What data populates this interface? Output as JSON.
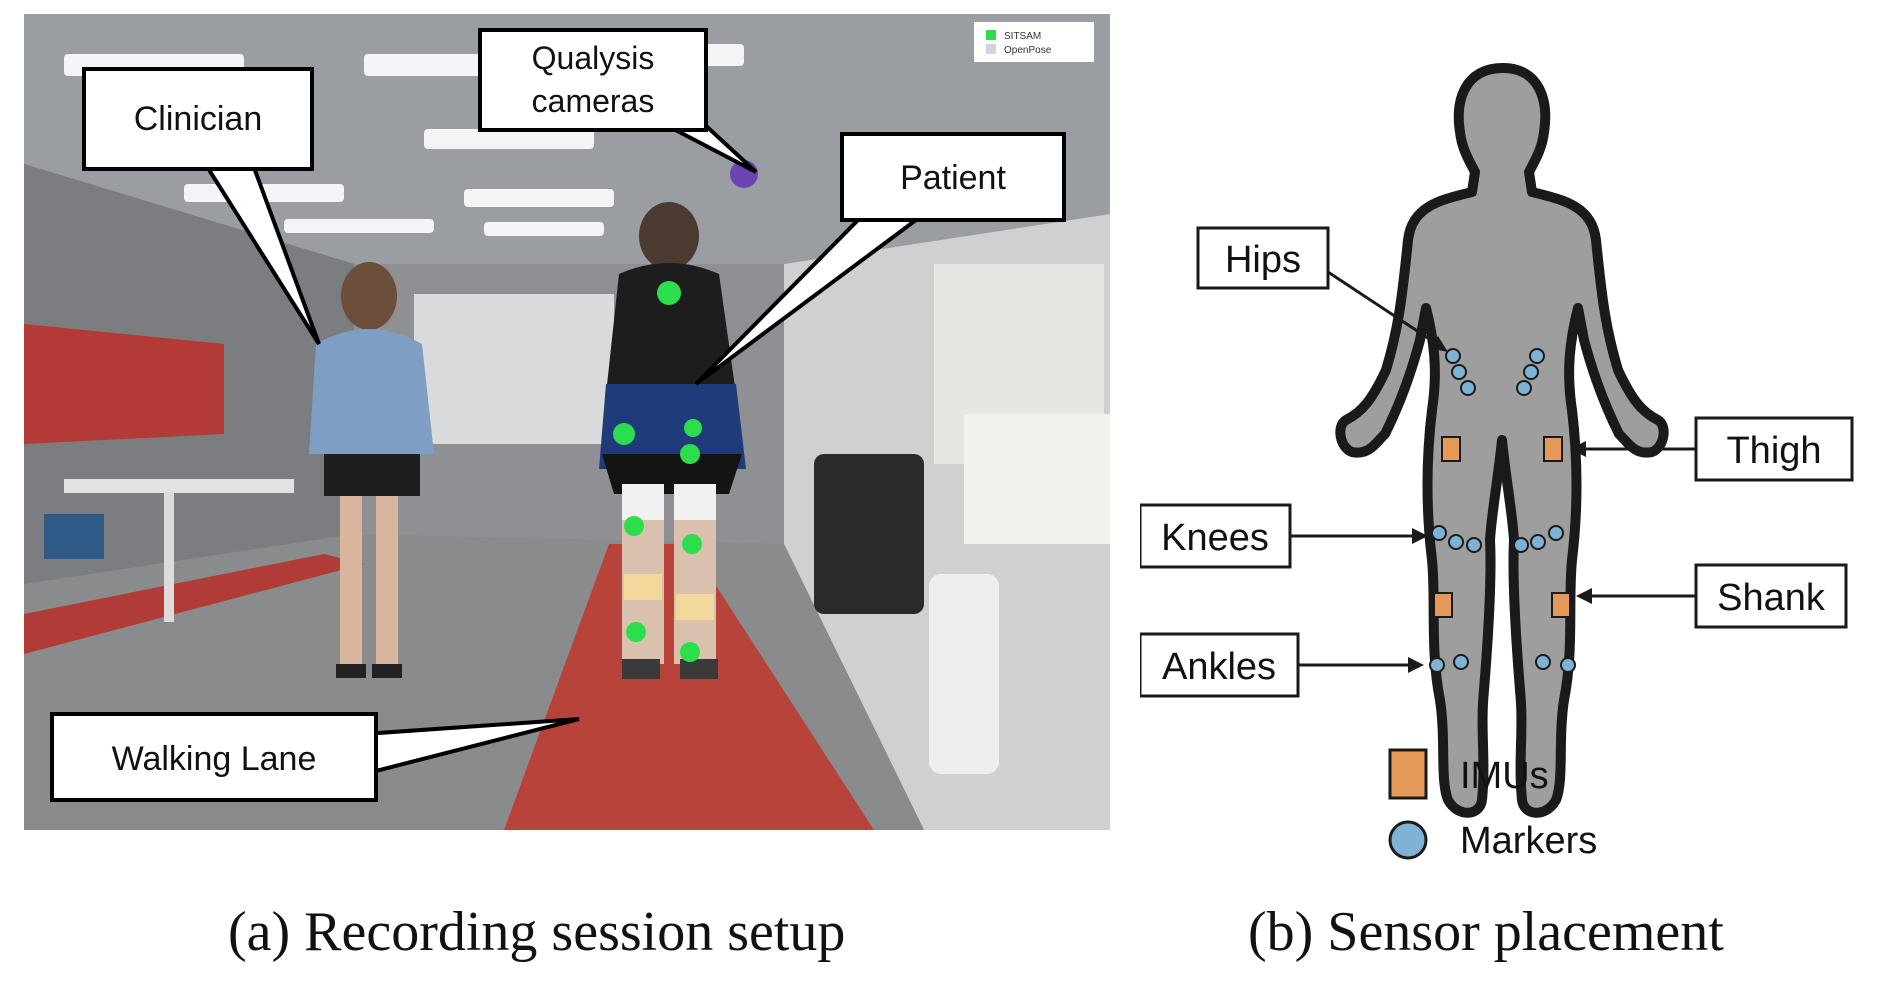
{
  "panel_a": {
    "callouts": {
      "clinician": "Clinician",
      "cameras_line1": "Qualysis",
      "cameras_line2": "cameras",
      "patient": "Patient",
      "walking_lane": "Walking Lane"
    },
    "inset_legend": [
      "SITSAM",
      "OpenPose"
    ],
    "caption": "(a) Recording session setup"
  },
  "panel_b": {
    "labels": {
      "hips": "Hips",
      "thigh": "Thigh",
      "knees": "Knees",
      "shank": "Shank",
      "ankles": "Ankles"
    },
    "legend": {
      "imus": "IMUs",
      "markers": "Markers"
    },
    "colors": {
      "imu": "#e69a5a",
      "marker": "#7fb3d6",
      "body": "#9e9e9e",
      "outline": "#1a1a1a"
    },
    "caption": "(b) Sensor placement"
  }
}
